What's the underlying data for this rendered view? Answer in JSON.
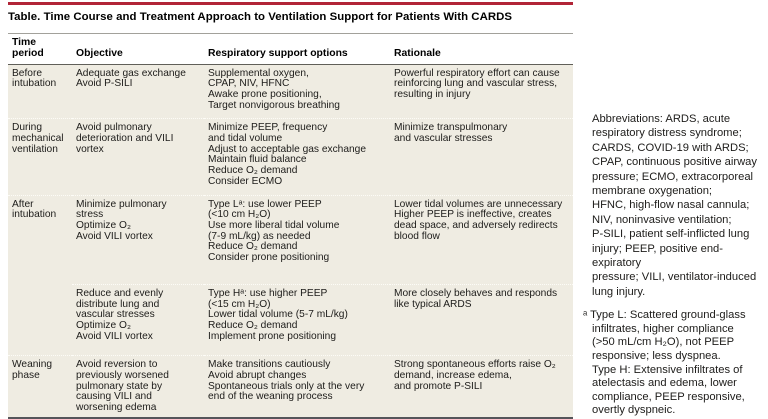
{
  "colors": {
    "accent_rule": "#b12437",
    "row_background": "#efece2",
    "table_bottom_rule": "#55555a"
  },
  "table": {
    "title": "Table. Time Course and Treatment Approach to Ventilation Support for Patients With CARDS",
    "columns": [
      "Time\nperiod",
      "Objective",
      "Respiratory support options",
      "Rationale"
    ],
    "rows": [
      {
        "period": "Before\nintubation",
        "objective": "Adequate gas exchange\nAvoid P-SILI",
        "options": "Supplemental oxygen,\nCPAP, NIV, HFNC\nAwake prone positioning,\nTarget nonvigorous breathing",
        "rationale": "Powerful respiratory effort can cause\nreinforcing lung and vascular stress,\nresulting in injury"
      },
      {
        "period": "During\nmechanical\nventilation",
        "objective": "Avoid pulmonary\ndeterioration and VILI\nvortex",
        "options": "Minimize PEEP, frequency\nand tidal volume\nAdjust to acceptable gas exchange\nMaintain fluid balance\nReduce O₂ demand\nConsider ECMO",
        "rationale": "Minimize transpulmonary\nand vascular stresses"
      },
      {
        "period": "After\nintubation",
        "objective": "Minimize pulmonary\nstress\nOptimize O₂\nAvoid VILI vortex",
        "options": "Type Lᵃ: use lower PEEP\n(<10 cm H₂O)\nUse more liberal tidal volume\n(7-9 mL/kg) as needed\nReduce O₂ demand\nConsider prone positioning",
        "rationale": "Lower tidal volumes are unnecessary\nHigher PEEP is ineffective, creates\ndead space, and adversely redirects\nblood flow"
      },
      {
        "period": "",
        "objective": "Reduce and evenly\ndistribute lung and\nvascular stresses\nOptimize O₂\nAvoid VILI vortex",
        "options": "Type Hᵃ: use higher PEEP\n(<15 cm H₂O)\nLower tidal volume (5-7 mL/kg)\nReduce O₂ demand\nImplement prone positioning",
        "rationale": "More closely behaves and responds\nlike typical ARDS"
      },
      {
        "period": "Weaning\nphase",
        "objective": "Avoid reversion to\npreviously worsened\npulmonary state by\ncausing VILI and\nworsening edema",
        "options": "Make transitions cautiously\nAvoid abrupt changes\nSpontaneous trials only at the very\nend of the weaning process",
        "rationale": "Strong spontaneous efforts raise O₂\ndemand, increase edema,\nand promote P-SILI"
      }
    ]
  },
  "notes": {
    "abbreviations": "Abbreviations: ARDS, acute\nrespiratory distress syndrome;\nCARDS, COVID-19 with ARDS;\nCPAP, continuous positive airway\npressure; ECMO, extracorporeal\nmembrane oxygenation;\nHFNC, high-flow nasal cannula;\nNIV, noninvasive ventilation;\nP-SILI, patient self-inflicted lung\ninjury; PEEP, positive end-expiratory\npressure; VILI, ventilator-induced\nlung injury.",
    "footnote": "ᵃ Type L: Scattered ground-glass\ninfiltrates, higher compliance\n(>50 mL/cm H₂O), not PEEP\nresponsive; less dyspnea.\nType H: Extensive infiltrates of\natelectasis and edema, lower\ncompliance, PEEP responsive,\novertly dyspneic."
  }
}
